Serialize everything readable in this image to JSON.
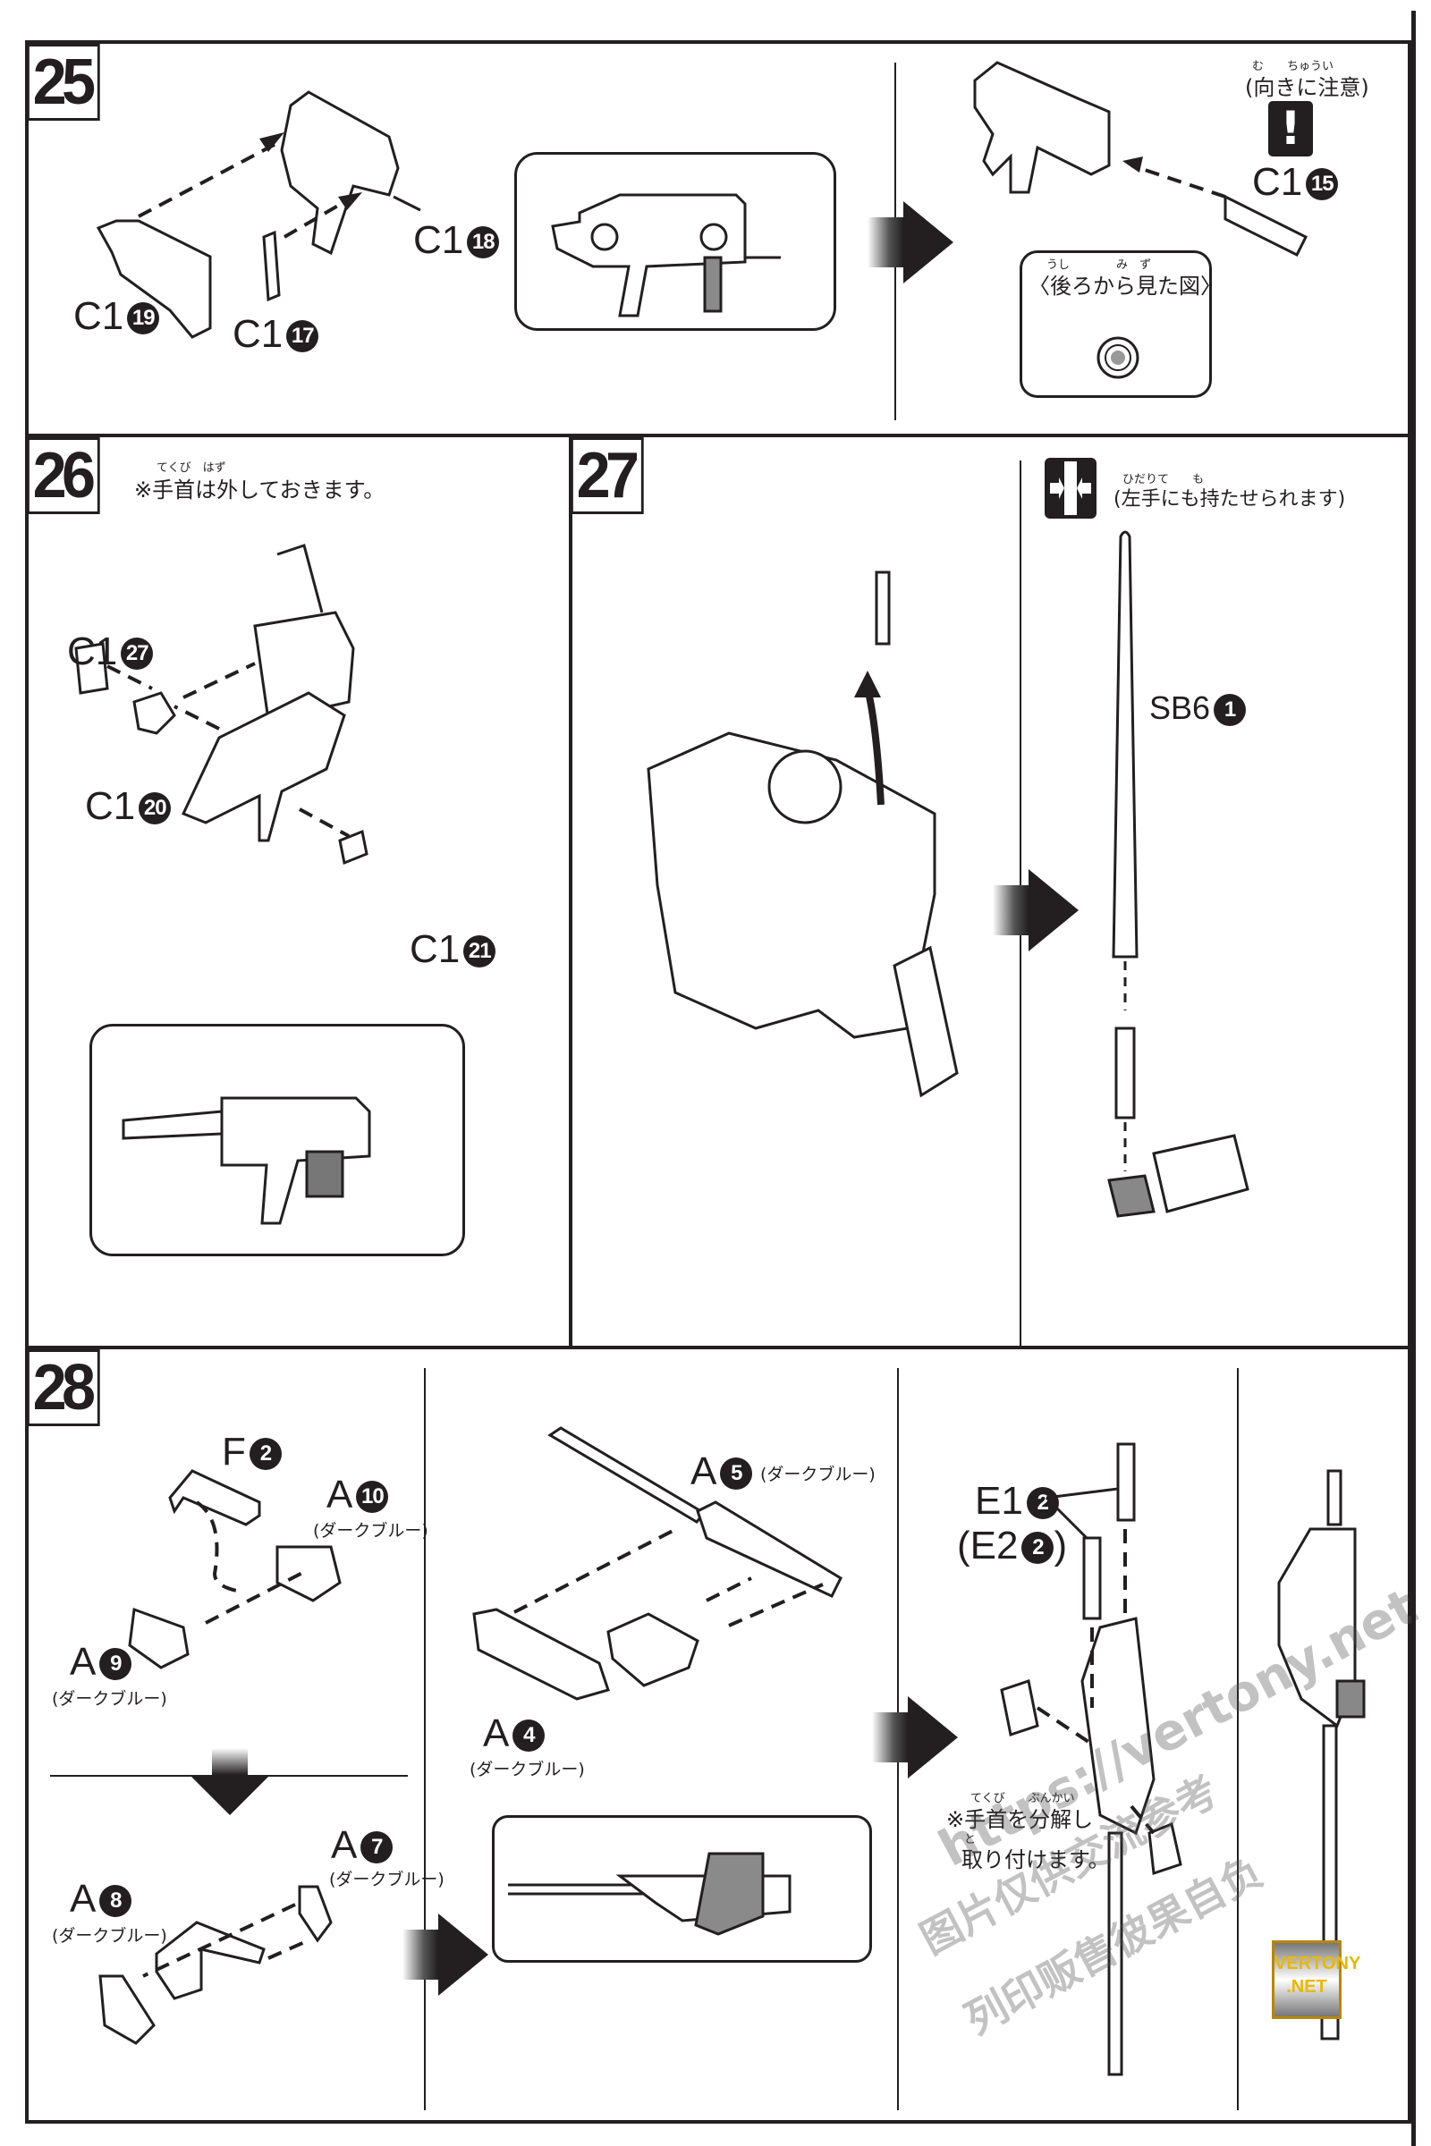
{
  "steps": {
    "s25": {
      "number": "25",
      "parts": {
        "c19": {
          "prefix": "C1",
          "num": "19"
        },
        "c17": {
          "prefix": "C1",
          "num": "17"
        },
        "c18": {
          "prefix": "C1",
          "num": "18"
        },
        "c15": {
          "prefix": "C1",
          "num": "15"
        }
      },
      "caution_ruby": "む　　ちゅうい",
      "caution": "(向きに注意)",
      "rear_view_ruby": "うし　　　　み　ず",
      "rear_view": "〈後ろから見た図〉"
    },
    "s26": {
      "number": "26",
      "note_ruby": "てくび　はず",
      "note": "※手首は外しておきます。",
      "parts": {
        "c27": {
          "prefix": "C1",
          "num": "27"
        },
        "c20": {
          "prefix": "C1",
          "num": "20"
        },
        "c21": {
          "prefix": "C1",
          "num": "21"
        }
      }
    },
    "s27": {
      "number": "27",
      "left_hand_ruby": "ひだりて　　も",
      "left_hand_note": "(左手にも持たせられます)",
      "parts": {
        "sb6": {
          "prefix": "SB6",
          "num": "1"
        }
      }
    },
    "s28": {
      "number": "28",
      "color_note": "(ダークブルー)",
      "parts": {
        "f2": {
          "prefix": "F",
          "num": "2"
        },
        "a10": {
          "prefix": "A",
          "num": "10"
        },
        "a9": {
          "prefix": "A",
          "num": "9"
        },
        "a7": {
          "prefix": "A",
          "num": "7"
        },
        "a8": {
          "prefix": "A",
          "num": "8"
        },
        "a5": {
          "prefix": "A",
          "num": "5"
        },
        "a4": {
          "prefix": "A",
          "num": "4"
        },
        "e12": {
          "prefix": "E1",
          "num": "2"
        },
        "e22": {
          "prefix": "(E2",
          "num": "2",
          "suffix": ")"
        }
      },
      "hand_note_ruby": "てくび　　ぶんかい",
      "hand_note_line1": "※手首を分解し",
      "hand_note_ruby2": "と",
      "hand_note_line2": "取り付けます。"
    }
  },
  "watermark": {
    "url": "https://vertony.net",
    "line1": "图片仅供交流参考",
    "line2": "列印贩售彼果自负",
    "logo_line1": "VERTONY",
    "logo_line2": ".NET"
  },
  "colors": {
    "ink": "#231f20",
    "logo_gold": "#e8b800"
  }
}
